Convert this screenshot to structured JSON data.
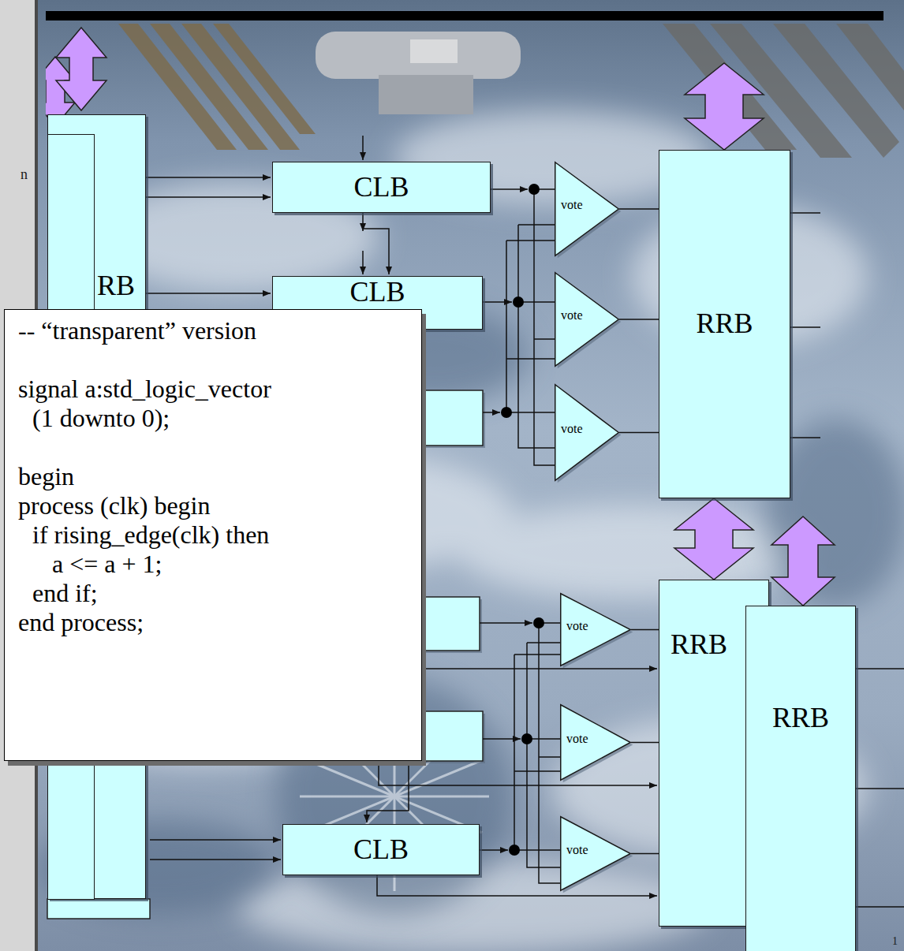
{
  "diagram": {
    "nodes": [
      {
        "text": [
          "RB"
        ]
      },
      {
        "text": [
          "CLB"
        ]
      },
      {
        "text": [
          "CLB"
        ]
      },
      {
        "text": [
          "-- “transparent” version",
          "signal a:std_logic_vector (1 downto 0);",
          "begin",
          "process (clk) begin",
          "if rising_edge(clk) then",
          "a <= a + 1;",
          "end if;",
          "end process;"
        ]
      },
      {
        "text": [
          "vote"
        ]
      },
      {
        "text": [
          "vote"
        ]
      },
      {
        "text": [
          "vote"
        ]
      },
      {
        "text": [
          "RRB"
        ]
      },
      {
        "text": [
          "vote"
        ]
      },
      {
        "text": [
          "vote"
        ]
      },
      {
        "text": [
          "vote"
        ]
      },
      {
        "text": [
          "RRB"
        ]
      },
      {
        "text": [
          "RRB"
        ]
      },
      {
        "text": [
          "CLB"
        ]
      }
    ],
    "edges": [
      {
        "from": 4,
        "to": 7,
        "arrow": "none"
      },
      {
        "from": 5,
        "to": 7,
        "arrow": "none"
      },
      {
        "from": 6,
        "to": 7,
        "arrow": "none"
      },
      {
        "from": 8,
        "to": 11,
        "arrow": "none"
      },
      {
        "from": 9,
        "to": 11,
        "arrow": "none"
      },
      {
        "from": 10,
        "to": 11,
        "arrow": "none"
      },
      {
        "from": 7,
        "to": 11,
        "arrow": "both"
      }
    ],
    "labels": [
      "n",
      "1"
    ]
  }
}
